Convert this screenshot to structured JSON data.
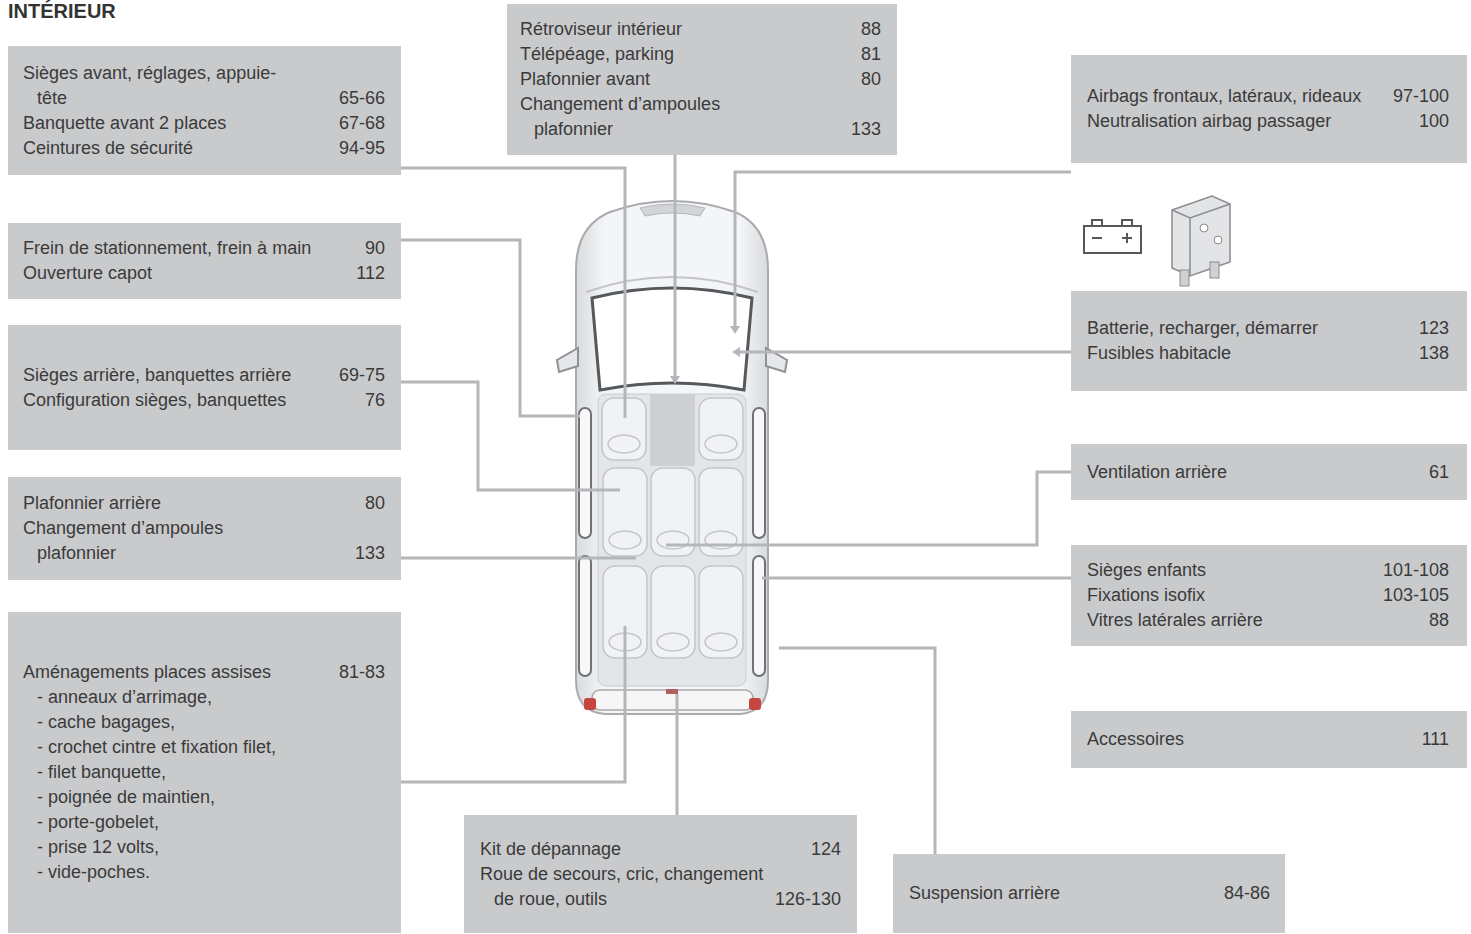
{
  "diagram": {
    "title": "INTÉRIEUR",
    "nodes": [
      {
        "text": [
          "Sièges avant, réglages, appuie-tête",
          "65-66",
          "Banquette avant 2 places",
          "67-68",
          "Ceintures de sécurité",
          "94-95"
        ]
      },
      {
        "text": [
          "Frein de stationnement, frein à main",
          "90",
          "Ouverture capot",
          "112"
        ]
      },
      {
        "text": [
          "Sièges arrière, banquettes arrière",
          "69-75",
          "Configuration sièges, banquettes",
          "76"
        ]
      },
      {
        "text": [
          "Plafonnier arrière",
          "80",
          "Changement d’ampoules plafonnier",
          "133"
        ]
      },
      {
        "text": [
          "Aménagements places assises",
          "81-83",
          "- anneaux d’arrimage,",
          "- cache bagages,",
          "- crochet cintre et fixation filet,",
          "- filet banquette,",
          "- poignée de maintien,",
          "- porte-gobelet,",
          "- prise 12 volts,",
          "- vide-poches."
        ]
      },
      {
        "text": [
          "Rétroviseur intérieur",
          "88",
          "Télépéage, parking",
          "81",
          "Plafonnier avant",
          "80",
          "Changement d’ampoules plafonnier",
          "133"
        ]
      },
      {
        "text": [
          "Airbags frontaux, latéraux, rideaux",
          "97-100",
          "Neutralisation airbag passager",
          "100"
        ]
      },
      {
        "text": [
          "Batterie, recharger, démarrer",
          "123",
          "Fusibles habitacle",
          "138"
        ]
      },
      {
        "text": [
          "Ventilation arrière",
          "61"
        ]
      },
      {
        "text": [
          "Sièges enfants",
          "101-108",
          "Fixations isofix",
          "103-105",
          "Vitres latérales arrière",
          "88"
        ]
      },
      {
        "text": [
          "Accessoires",
          "111"
        ]
      },
      {
        "text": [
          "Kit de dépannage",
          "124",
          "Roue de secours, cric, changement de roue, outils",
          "126-130"
        ]
      },
      {
        "text": [
          "Suspension arrière",
          "84-86"
        ]
      }
    ]
  }
}
